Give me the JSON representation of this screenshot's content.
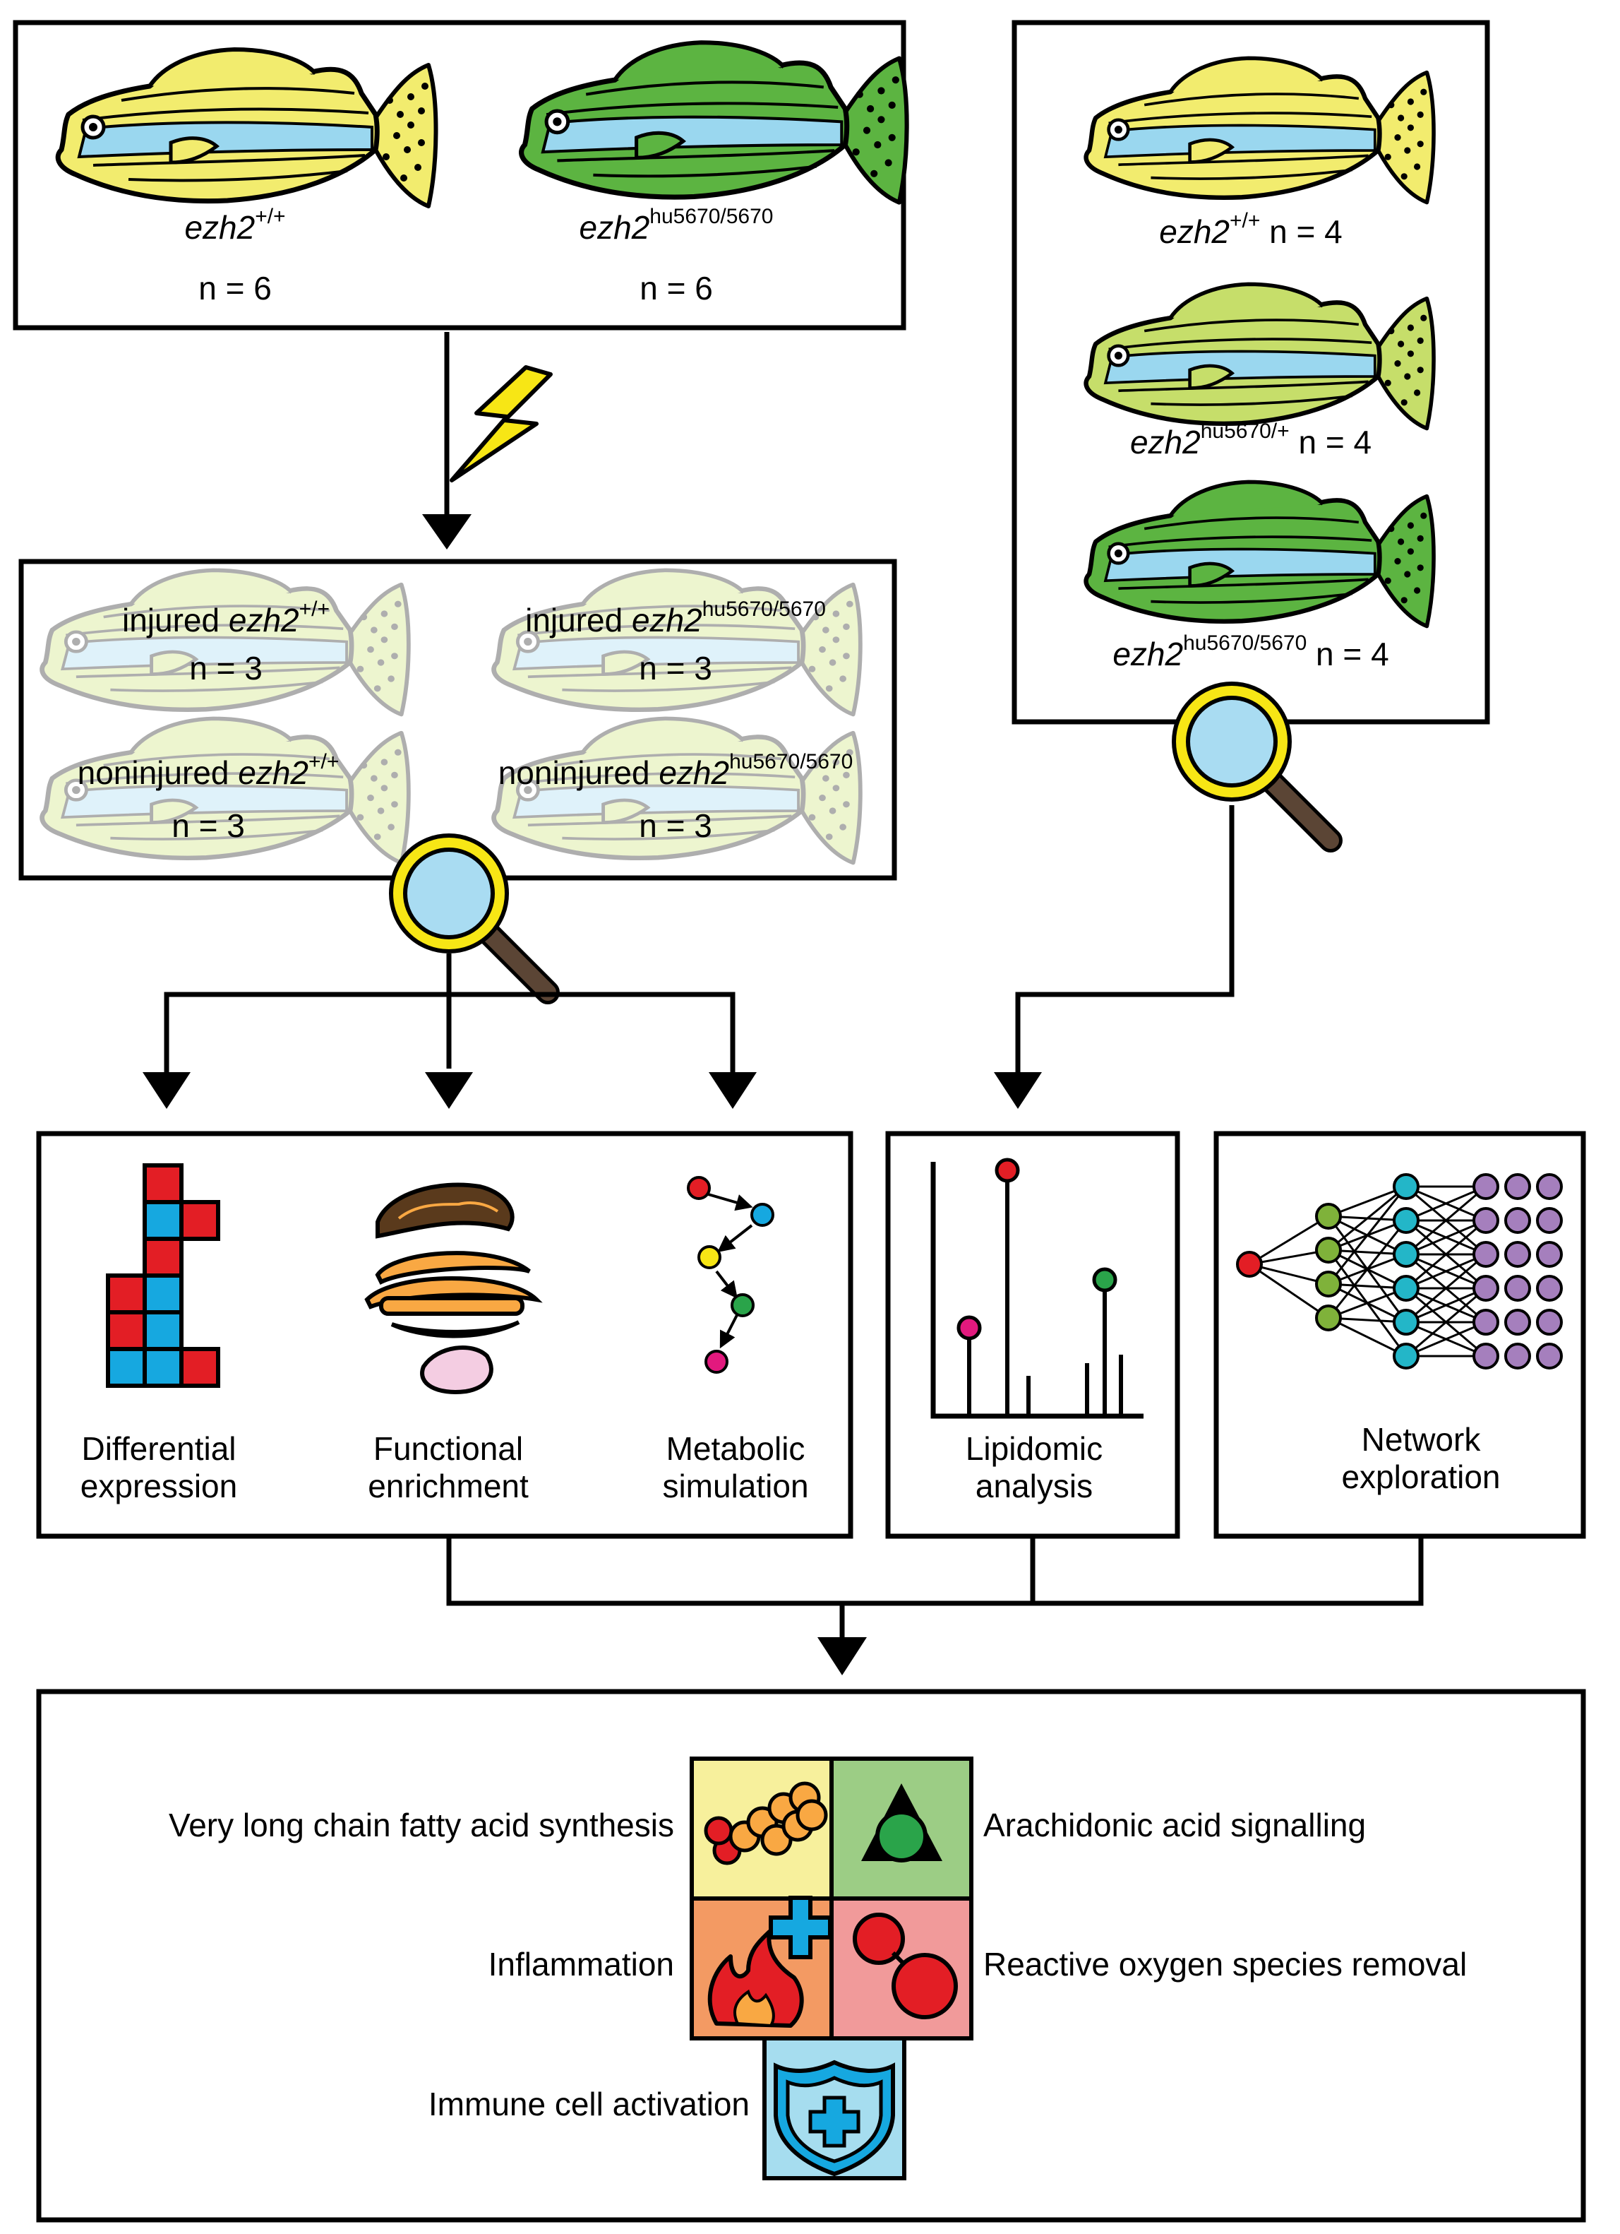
{
  "top_left_panel": {
    "wildtype": {
      "gene": "ezh2",
      "genotype": "+/+",
      "n": "n = 6"
    },
    "mutant": {
      "gene": "ezh2",
      "genotype": "hu5670/5670",
      "n": "n = 6"
    }
  },
  "injury_panel": {
    "groups": [
      {
        "prefix": "injured ",
        "gene": "ezh2",
        "genotype": "+/+",
        "n": "n = 3"
      },
      {
        "prefix": "injured ",
        "gene": "ezh2",
        "genotype": "hu5670/5670",
        "n": "n = 3"
      },
      {
        "prefix": "noninjured ",
        "gene": "ezh2",
        "genotype": "+/+",
        "n": "n = 3"
      },
      {
        "prefix": "noninjured ",
        "gene": "ezh2",
        "genotype": "hu5670/5670",
        "n": "n = 3"
      }
    ]
  },
  "lipid_panel": {
    "groups": [
      {
        "gene": "ezh2",
        "genotype": "+/+",
        "n": " n = 4"
      },
      {
        "gene": "ezh2",
        "genotype": "hu5670/+",
        "n": " n = 4"
      },
      {
        "gene": "ezh2",
        "genotype": "hu5670/5670",
        "n": " n = 4"
      }
    ]
  },
  "analyses": {
    "differential": [
      "Differential",
      "expression"
    ],
    "functional": [
      "Functional",
      "enrichment"
    ],
    "metabolic": [
      "Metabolic",
      "simulation"
    ],
    "lipidomic": [
      "Lipidomic",
      "analysis"
    ],
    "network": [
      "Network",
      "exploration"
    ]
  },
  "results": {
    "vlcfa": "Very long chain fatty acid synthesis",
    "arachidonic": "Arachidonic acid signalling",
    "inflammation": "Inflammation",
    "ros": "Reactive oxygen species removal",
    "immune": "Immune cell activation"
  },
  "colors": {
    "wildtype_fish": "#f2ec6e",
    "heterozygous_fish": "#c6de6a",
    "mutant_fish": "#5cb441",
    "stripe_blue": "#9ad7ef",
    "magnifier_rim": "#f7e615",
    "magnifier_glass": "#a9dcf2",
    "magnifier_handle": "#5b4535",
    "red": "#e31e25",
    "blue": "#16a8e0",
    "orange": "#f9a843",
    "green": "#2aa44a",
    "pink": "#e2197e",
    "yellow": "#f7e615",
    "olive_node": "#7fb23a",
    "teal_node": "#23b6c8",
    "purple_node": "#a57fbd",
    "tile_yellow": "#f7f09c",
    "tile_green": "#9ccd85",
    "tile_orange": "#f39a63",
    "tile_pink": "#f19a9a",
    "tile_blue": "#a6ddef"
  },
  "icons": [
    "lightning-bolt-icon",
    "magnifier-icon",
    "mitochondrion-icon",
    "golgi-icon",
    "vesicle-icon",
    "fatty-acid-chain-icon",
    "arachidonic-triangle-icon",
    "fire-icon",
    "cross-icon",
    "antioxidant-icon",
    "shield-cross-icon"
  ]
}
